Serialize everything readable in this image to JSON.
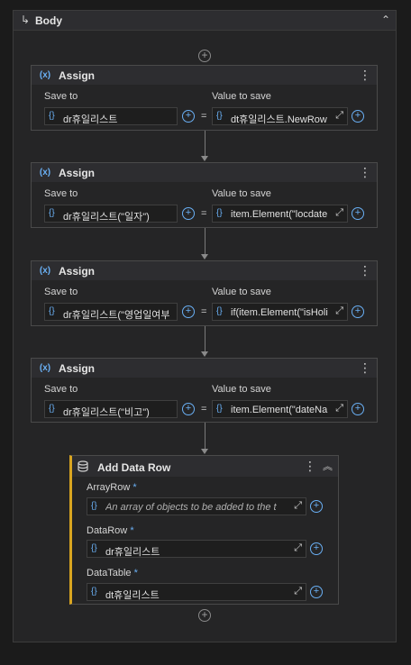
{
  "body": {
    "title": "Body",
    "arrow_icon": "↳",
    "collapse_icon": "⌃"
  },
  "activities": [
    {
      "title": "Assign",
      "save_to_label": "Save to",
      "value_label": "Value to save",
      "save_to_value": "dr휴일리스트",
      "value_value": "dt휴일리스트.NewRow"
    },
    {
      "title": "Assign",
      "save_to_label": "Save to",
      "value_label": "Value to save",
      "save_to_value": "dr휴일리스트(\"일자\")",
      "value_value": "item.Element(\"locdate"
    },
    {
      "title": "Assign",
      "save_to_label": "Save to",
      "value_label": "Value to save",
      "save_to_value": "dr휴일리스트(\"영업일여부",
      "value_value": "if(item.Element(\"isHoli"
    },
    {
      "title": "Assign",
      "save_to_label": "Save to",
      "value_label": "Value to save",
      "save_to_value": "dr휴일리스트(\"비고\")",
      "value_value": "item.Element(\"dateNa"
    }
  ],
  "add_data_row": {
    "title": "Add Data Row",
    "array_row_label": "ArrayRow",
    "array_row_placeholder": "An array of objects to be added to the t",
    "data_row_label": "DataRow",
    "data_row_value": "dr휴일리스트",
    "data_table_label": "DataTable",
    "data_table_value": "dt휴일리스트",
    "required_mark": "*"
  },
  "icons": {
    "assign": "(x)",
    "brace": "{}",
    "plus": "+",
    "menu": "⋮",
    "expand": "⤢",
    "equals": "=",
    "collapse_double": "︽",
    "db": "🗄"
  }
}
